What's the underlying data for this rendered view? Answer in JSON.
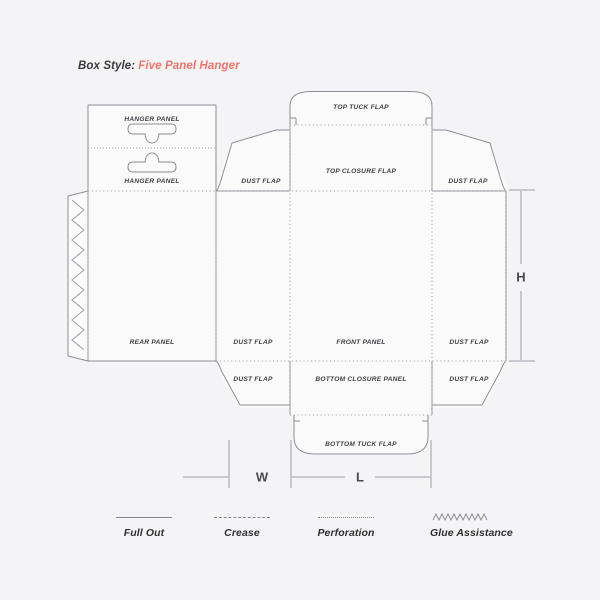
{
  "header": {
    "style_label": "Box Style:",
    "style_value": "Five Panel Hanger"
  },
  "colors": {
    "background": "#f4f4f6",
    "panel_fill": "#fafafb",
    "line": "#8d8d95",
    "accent": "#f2746b",
    "text": "#3a3a3c"
  },
  "panels": {
    "hanger_panel_top": "HANGER PANEL",
    "hanger_panel_bottom": "HANGER PANEL",
    "top_tuck_flap": "TOP TUCK FLAP",
    "top_closure_flap": "TOP CLOSURE FLAP",
    "dust_flap_top_left": "DUST FLAP",
    "dust_flap_top_right": "DUST FLAP",
    "rear_panel": "REAR PANEL",
    "dust_flap_mid_left": "DUST FLAP",
    "front_panel": "FRONT PANEL",
    "dust_flap_mid_right": "DUST FLAP",
    "dust_flap_bottom_left": "DUST FLAP",
    "bottom_closure_panel": "BOTTOM CLOSURE PANEL",
    "dust_flap_bottom_right": "DUST FLAP",
    "bottom_tuck_flap": "BOTTOM TUCK FLAP"
  },
  "dimensions": {
    "height": "H",
    "width": "W",
    "length": "L"
  },
  "legend": {
    "items": [
      {
        "label": "Full Out",
        "line_style": "solid",
        "icon": "solid-line-icon"
      },
      {
        "label": "Crease",
        "line_style": "dashed",
        "icon": "dashed-line-icon"
      },
      {
        "label": "Perforation",
        "line_style": "dotted",
        "icon": "dotted-line-icon"
      },
      {
        "label": "Glue Assistance",
        "line_style": "zigzag",
        "icon": "zigzag-line-icon"
      }
    ]
  }
}
